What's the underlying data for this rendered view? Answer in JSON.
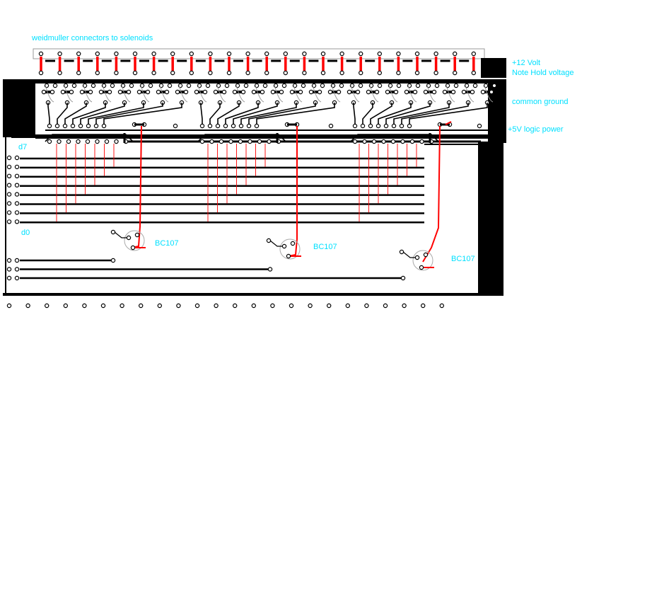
{
  "labels": {
    "connectors": "weidmuller connectors to solenoids",
    "v12_line1": "+12 Volt",
    "v12_line2": "Note Hold voltage",
    "ground": "common ground",
    "logic": "+5V logic power",
    "d7": "d7",
    "d0": "d0",
    "transistor": "BC107"
  },
  "colors": {
    "label": "#00e0ff",
    "trace": "#000000",
    "wire": "#ff0000",
    "pad": "#ffffff"
  },
  "components": {
    "connector_count": 24,
    "driver_groups": 3,
    "data_lines": 8,
    "select_lines": 3,
    "transistor_count": 3
  }
}
